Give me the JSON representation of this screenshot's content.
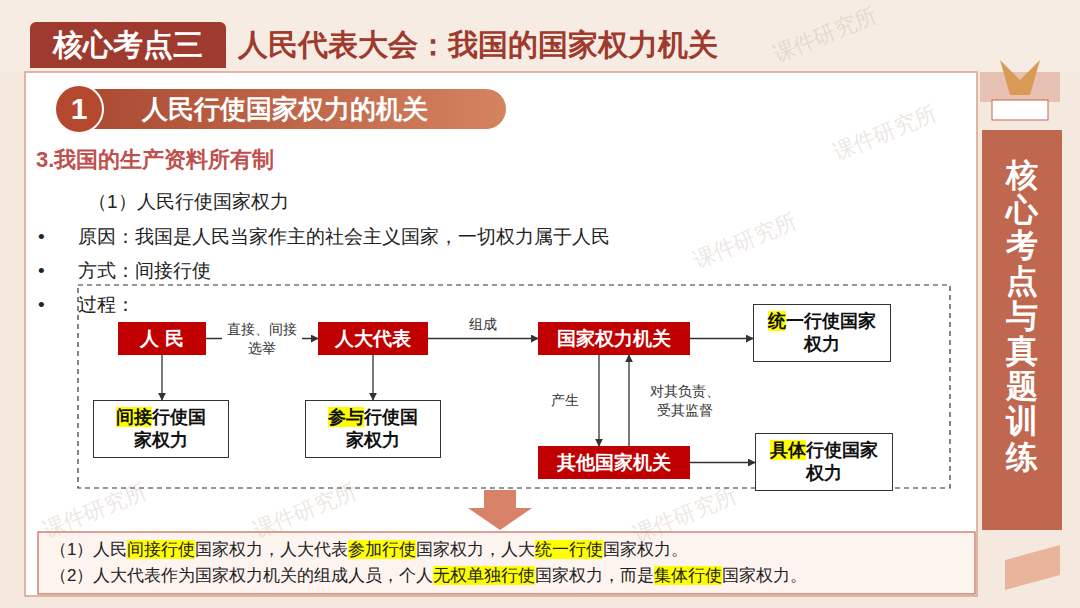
{
  "diagram": {
    "title": "人民代表大会：我国的国家权力机关",
    "nodes": [
      {
        "text": [
          "核心考点三"
        ]
      },
      {
        "text": [
          "人民行使国家权力的机关"
        ]
      },
      {
        "text": [
          "1"
        ],
        "in": 1
      },
      {
        "text": [
          "核心考点与真题训练"
        ]
      },
      {
        "text": [
          "人 民"
        ]
      },
      {
        "text": [
          "人大代表"
        ]
      },
      {
        "text": [
          "国家权力机关"
        ]
      },
      {
        "text": [
          "统",
          "一行使国家权力"
        ]
      },
      {
        "text": [
          "间接",
          "行使国家权力"
        ]
      },
      {
        "text": [
          "参与",
          "行使国家权力"
        ]
      },
      {
        "text": [
          "其他国家机关"
        ]
      },
      {
        "text": [
          "具体",
          "行使国家权力"
        ]
      },
      {
        "text": [
          "（1）人民",
          "间接行使",
          "国家权力，人大代表",
          "参加行使",
          "国家权力，人大",
          "统一行使",
          "国家权力。",
          "（2）人大代表作为国家权力机关的组成人员，个人",
          "无权单独行使",
          "国家权力，而是",
          "集体行使",
          "国家权力。"
        ]
      }
    ],
    "edges": [
      {
        "from": 4,
        "to": 5,
        "label": "直接、间接 选举",
        "arrow": "to"
      },
      {
        "from": 5,
        "to": 6,
        "label": "组成",
        "arrow": "to"
      },
      {
        "from": 6,
        "to": 7,
        "arrow": "to"
      },
      {
        "from": 4,
        "to": 8,
        "arrow": "to"
      },
      {
        "from": 5,
        "to": 9,
        "arrow": "to"
      },
      {
        "from": 6,
        "to": 10,
        "label": "产生",
        "arrow": "to"
      },
      {
        "from": 10,
        "to": 6,
        "label": "对其负责、受其监督",
        "arrow": "to"
      },
      {
        "from": 10,
        "to": 11,
        "arrow": "to"
      }
    ],
    "labels": [
      "3.我国的生产资料所有制",
      "（1）人民行使国家权力",
      "•",
      "原因：我国是人民当家作主的社会主义国家，一切权力属于人民",
      "•",
      "方式：间接行使",
      "•",
      "过程：",
      "课件研究所",
      "课件研究所",
      "课件研究所",
      "课件研究所",
      "课件研究所",
      "课件研究所"
    ]
  }
}
